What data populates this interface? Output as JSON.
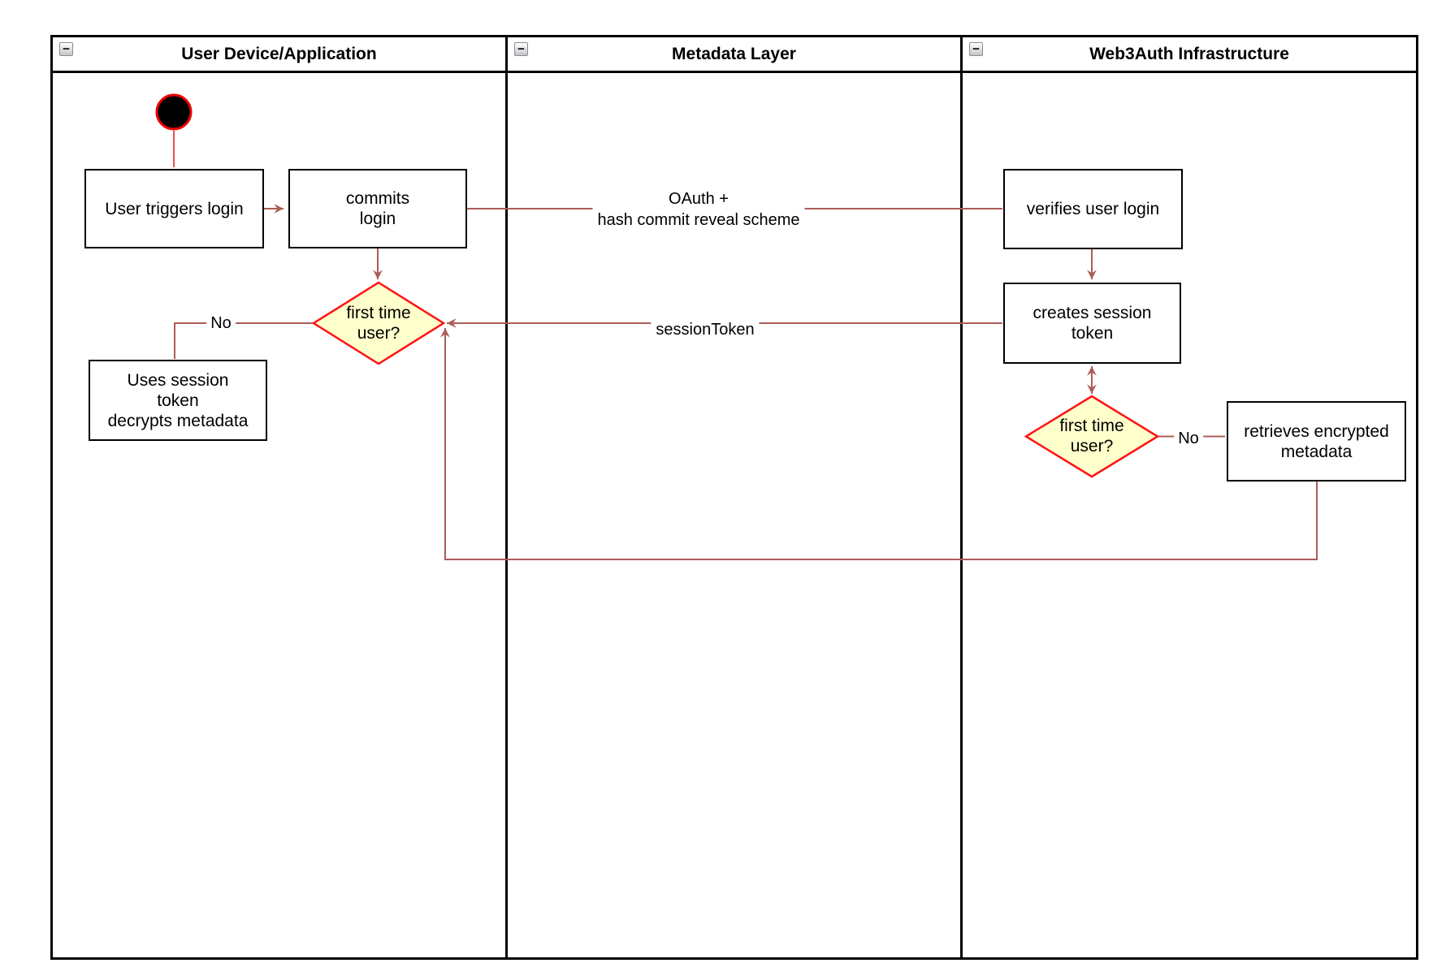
{
  "diagram": {
    "lanes": [
      {
        "title": "User Device/Application"
      },
      {
        "title": "Metadata Layer"
      },
      {
        "title": "Web3Auth Infrastructure"
      }
    ],
    "nodes": {
      "user_triggers_login": {
        "label": "User triggers login"
      },
      "commits_login": {
        "label": "commits\nlogin"
      },
      "first_time_user_device": {
        "label": "first time\nuser?"
      },
      "uses_session_token": {
        "label": "Uses session\ntoken\ndecrypts metadata"
      },
      "verifies_user_login": {
        "label": "verifies user login"
      },
      "creates_session_token": {
        "label": "creates session\ntoken"
      },
      "first_time_user_infra": {
        "label": "first time\nuser?"
      },
      "retrieves_encrypted_metadata": {
        "label": "retrieves encrypted\nmetadata"
      }
    },
    "edge_labels": {
      "oauth": "OAuth +\nhash commit reveal scheme",
      "session_token": "sessionToken",
      "no_device": "No",
      "no_infra": "No"
    },
    "ui": {
      "collapse_glyph": "−"
    },
    "colors": {
      "edge": "#ac5c58",
      "start_line": "#e81313",
      "diamond_fill": "#ffffcc",
      "diamond_stroke": "#ff1212",
      "node_border": "#000000",
      "pool_border": "#000000",
      "start_fill": "#000000",
      "start_stroke": "#ee0000",
      "canvas_bg": "#ffffff"
    }
  }
}
